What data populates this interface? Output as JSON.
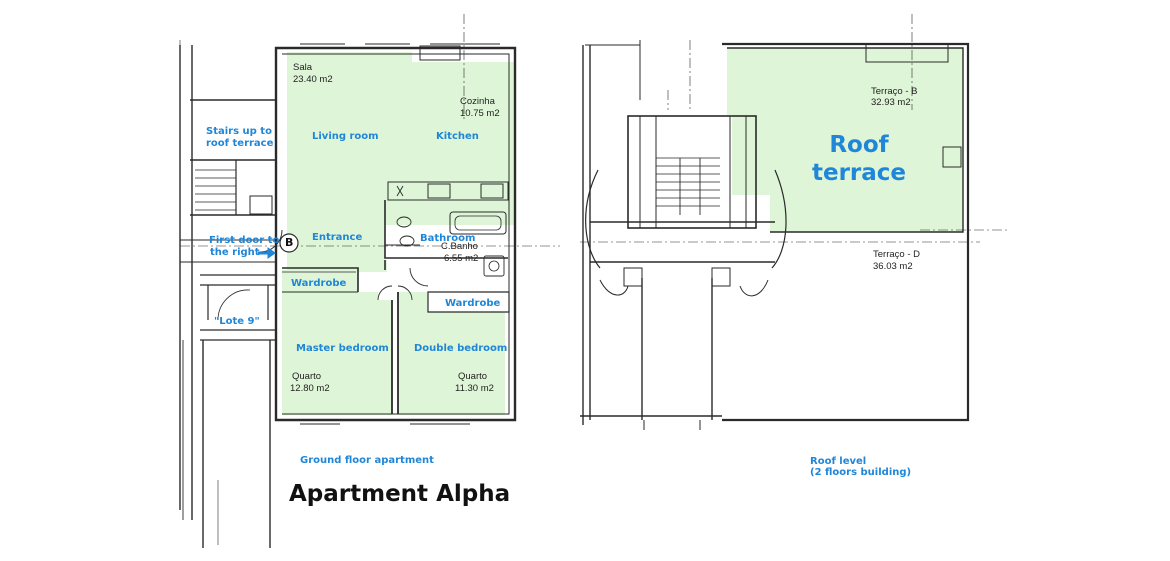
{
  "title": "Apartment Alpha",
  "ground_floor": {
    "caption": "Ground floor apartment",
    "stairs_note": [
      "Stairs up to",
      "roof terrace"
    ],
    "door_note": [
      "First door to",
      "the right"
    ],
    "door_marker": "B",
    "lote_label": "\"Lote 9\"",
    "rooms": {
      "sala": {
        "name": "Sala",
        "area": "23.40 m2",
        "label": "Living room"
      },
      "cozinha": {
        "name": "Cozinha",
        "area": "10.75 m2",
        "label": "Kitchen"
      },
      "entrance": {
        "label": "Entrance"
      },
      "bathroom": {
        "name": "C.Banho",
        "area": "6.55 m2",
        "label": "Bathroom"
      },
      "wardrobe_left": {
        "label": "Wardrobe"
      },
      "wardrobe_right": {
        "label": "Wardrobe"
      },
      "master": {
        "name": "Quarto",
        "area": "12.80 m2",
        "label": "Master bedroom"
      },
      "double": {
        "name": "Quarto",
        "area": "11.30 m2",
        "label": "Double bedroom"
      }
    }
  },
  "roof_level": {
    "caption": [
      "Roof level",
      "(2 floors building)"
    ],
    "terrace_label": [
      "Roof",
      "terrace"
    ],
    "terraco_b": {
      "name": "Terraço - B",
      "area": "32.93 m2"
    },
    "terraco_d": {
      "name": "Terraço - D",
      "area": "36.03 m2"
    }
  },
  "colors": {
    "room_fill": "#dff5d7",
    "label_blue": "#1f86d8",
    "line": "#2a2a2a"
  }
}
